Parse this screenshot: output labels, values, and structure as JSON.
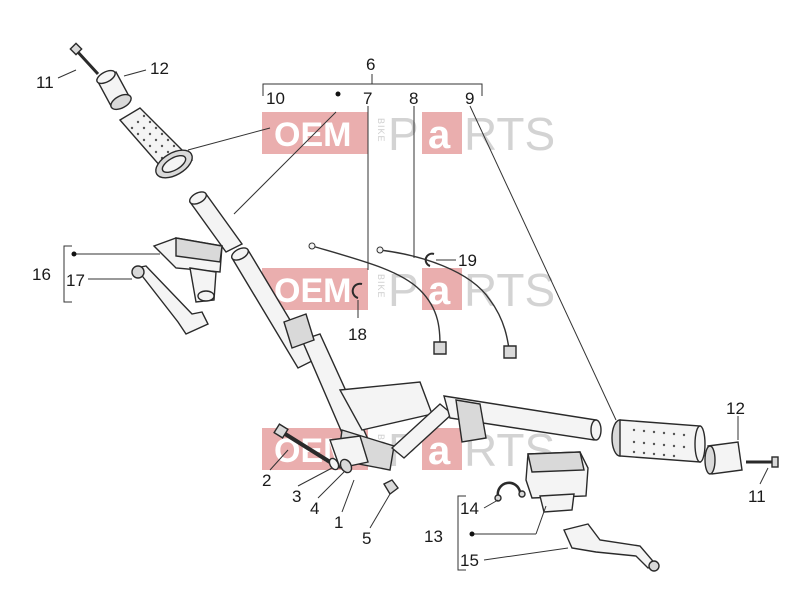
{
  "diagram": {
    "labels": [
      {
        "id": "11a",
        "text": "11"
      },
      {
        "id": "12a",
        "text": "12"
      },
      {
        "id": "6",
        "text": "6"
      },
      {
        "id": "10",
        "text": "10"
      },
      {
        "id": "7",
        "text": "7"
      },
      {
        "id": "8",
        "text": "8"
      },
      {
        "id": "9",
        "text": "9"
      },
      {
        "id": "16",
        "text": "16"
      },
      {
        "id": "17",
        "text": "17"
      },
      {
        "id": "19",
        "text": "19"
      },
      {
        "id": "18",
        "text": "18"
      },
      {
        "id": "12b",
        "text": "12"
      },
      {
        "id": "11b",
        "text": "11"
      },
      {
        "id": "2",
        "text": "2"
      },
      {
        "id": "3",
        "text": "3"
      },
      {
        "id": "4",
        "text": "4"
      },
      {
        "id": "1",
        "text": "1"
      },
      {
        "id": "5",
        "text": "5"
      },
      {
        "id": "14",
        "text": "14"
      },
      {
        "id": "13",
        "text": "13"
      },
      {
        "id": "15",
        "text": "15"
      }
    ],
    "watermark": {
      "oem": "OEM",
      "bike": "BIKE",
      "p": "P",
      "a": "a",
      "rts": "RTS"
    },
    "colors": {
      "watermark_red": "#e8a6a6",
      "line": "#333333",
      "part_fill": "#f4f4f4"
    }
  }
}
